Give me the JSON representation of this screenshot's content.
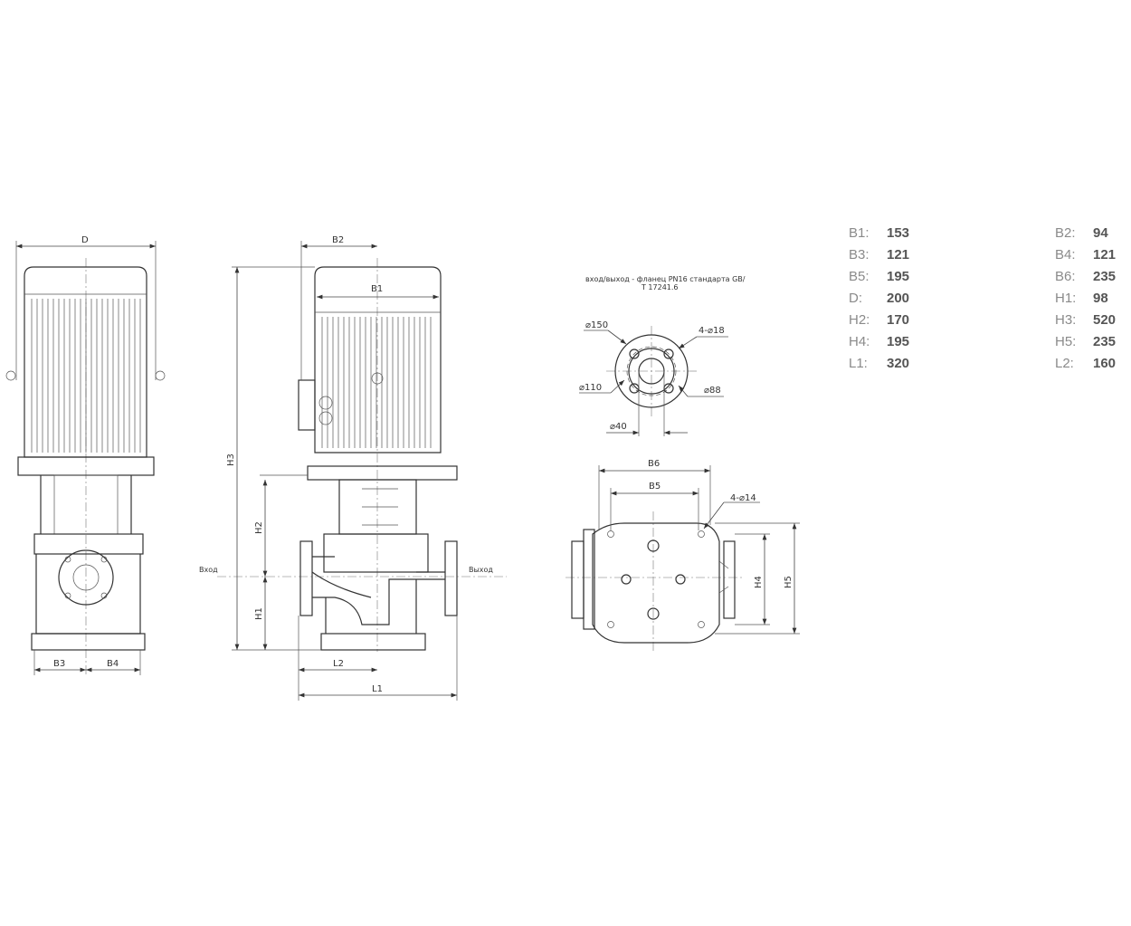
{
  "drawing": {
    "side_view": {
      "dim_D": "D",
      "dim_B3": "B3",
      "dim_B4": "B4"
    },
    "front_view": {
      "dim_B2": "B2",
      "dim_B1": "B1",
      "dim_H3": "H3",
      "dim_H2": "H2",
      "dim_H1": "H1",
      "dim_L2": "L2",
      "dim_L1": "L1",
      "inlet": "Вход",
      "outlet": "Выход"
    },
    "flange": {
      "note_line1": "вход/выход -  фланец PN16 стандарта GB/",
      "note_line2": "T 17241.6",
      "d_outer": "⌀150",
      "holes": "4-⌀18",
      "d_bolt": "⌀110",
      "d_raised": "⌀88",
      "d_bore": "⌀40"
    },
    "top_view": {
      "dim_B6": "B6",
      "dim_B5": "B5",
      "holes": "4-⌀14",
      "dim_H4": "H4",
      "dim_H5": "H5"
    }
  },
  "specs": [
    {
      "label": "B1:",
      "value": "153"
    },
    {
      "label": "B2:",
      "value": "94"
    },
    {
      "label": "B3:",
      "value": "121"
    },
    {
      "label": "B4:",
      "value": "121"
    },
    {
      "label": "B5:",
      "value": "195"
    },
    {
      "label": "B6:",
      "value": "235"
    },
    {
      "label": "D:",
      "value": "200"
    },
    {
      "label": "H1:",
      "value": "98"
    },
    {
      "label": "H2:",
      "value": "170"
    },
    {
      "label": "H3:",
      "value": "520"
    },
    {
      "label": "H4:",
      "value": "195"
    },
    {
      "label": "H5:",
      "value": "235"
    },
    {
      "label": "L1:",
      "value": "320"
    },
    {
      "label": "L2:",
      "value": "160"
    }
  ]
}
